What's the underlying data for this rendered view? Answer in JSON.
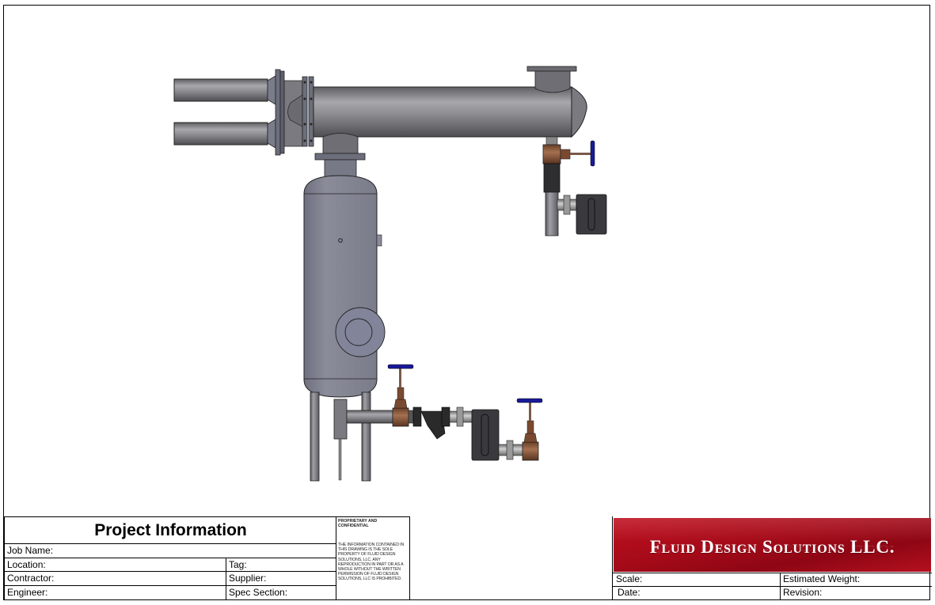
{
  "drawing": {
    "subject": "Vertical separator vessel assembly with horizontal header, twin inlet pipes, drain trap and valve trains",
    "colors": {
      "steel": "#8a8a8e",
      "vessel": "#7e8090",
      "bronze": "#8a5a3a",
      "handwheel": "#1a1a9a",
      "strainer": "#2a2a2a"
    }
  },
  "project_info": {
    "title": "Project Information",
    "fields": {
      "job_name": "Job Name:",
      "location": "Location:",
      "tag": "Tag:",
      "contractor": "Contractor:",
      "supplier": "Supplier:",
      "engineer": "Engineer:",
      "spec_section": "Spec Section:"
    }
  },
  "confidential": {
    "heading": "PROPRIETARY AND CONFIDENTIAL",
    "body": "THE INFORMATION CONTAINED IN THIS DRAWING IS THE SOLE PROPERTY OF FLUID DESIGN SOLUTIONS, LLC. ANY REPRODUCTION IN PART OR AS A WHOLE WITHOUT THE WRITTEN PERMISSION OF FLUID DESIGN SOLUTIONS, LLC IS PROHIBITED."
  },
  "company": {
    "name": "Fluid Design Solutions LLC.",
    "brand_color": "#a80c1a",
    "fields": {
      "scale": "Scale:",
      "estimated_weight": "Estimated Weight:",
      "date": "Date:",
      "revision": "Revision:"
    }
  }
}
